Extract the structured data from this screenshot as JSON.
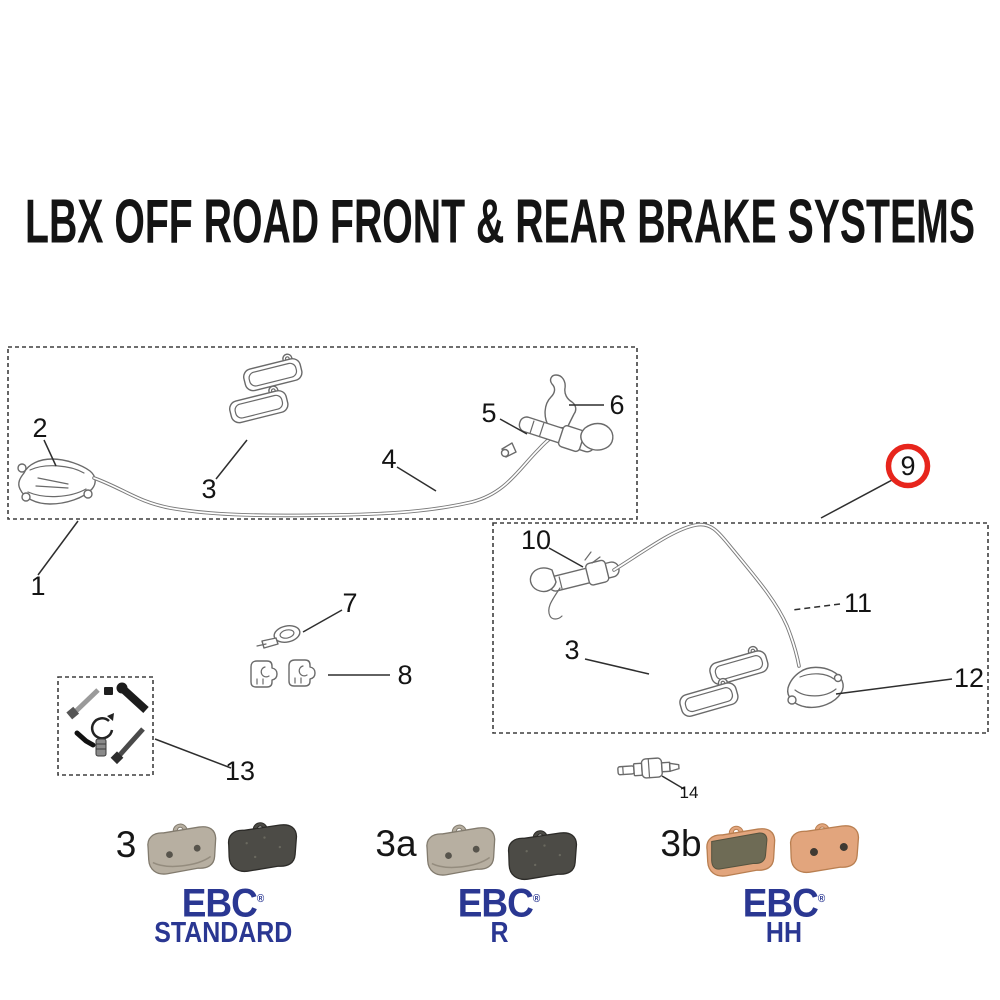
{
  "title": "LBX OFF ROAD FRONT & REAR BRAKE SYSTEMS",
  "callouts": {
    "c1": "1",
    "c2": "2",
    "c3_front": "3",
    "c4": "4",
    "c5": "5",
    "c6": "6",
    "c7": "7",
    "c8": "8",
    "c9": "9",
    "c10": "10",
    "c11": "11",
    "c12": "12",
    "c3_rear": "3",
    "c13": "13",
    "c14": "14"
  },
  "highlight": {
    "value": "9",
    "ring_color": "#e7251c"
  },
  "brand_color": "#2a3792",
  "pad_sets": [
    {
      "label": "3",
      "brand": "EBC",
      "reg": "®",
      "tier": "STANDARD",
      "colors": {
        "backing": "#b7afa1",
        "friction": "#4c4b46"
      }
    },
    {
      "label": "3a",
      "brand": "EBC",
      "reg": "®",
      "tier": "R",
      "colors": {
        "backing": "#b7afa1",
        "friction": "#4c4b46"
      }
    },
    {
      "label": "3b",
      "brand": "EBC",
      "reg": "®",
      "tier": "HH",
      "colors": {
        "backing": "#e2a57d",
        "friction": "#6e6b55"
      }
    }
  ]
}
